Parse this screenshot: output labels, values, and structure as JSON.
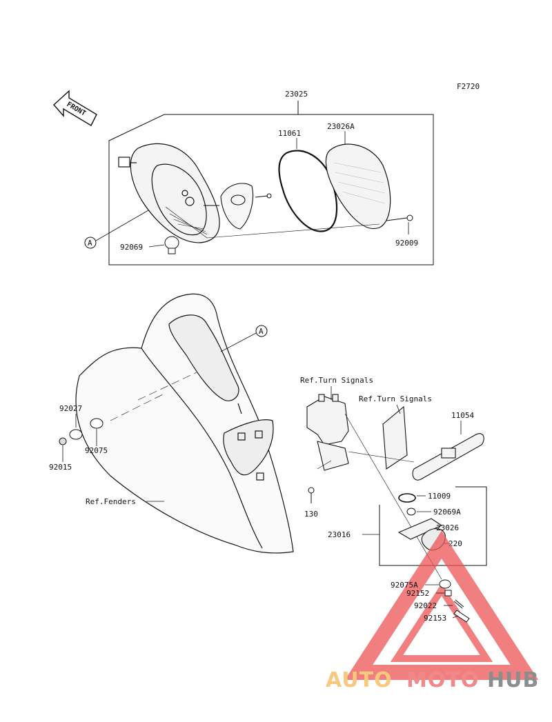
{
  "figure_code": "F2720",
  "front_arrow_label": "FRONT",
  "callouts": [
    {
      "id": "23025",
      "text": "23025"
    },
    {
      "id": "11061",
      "text": "11061"
    },
    {
      "id": "23026A",
      "text": "23026A"
    },
    {
      "id": "92069",
      "text": "92069"
    },
    {
      "id": "92009",
      "text": "92009"
    },
    {
      "id": "92027",
      "text": "92027"
    },
    {
      "id": "92075",
      "text": "92075"
    },
    {
      "id": "92015",
      "text": "92015"
    },
    {
      "id": "ref-fenders",
      "text": "Ref.Fenders"
    },
    {
      "id": "ref-turn-signals-1",
      "text": "Ref.Turn Signals"
    },
    {
      "id": "ref-turn-signals-2",
      "text": "Ref.Turn Signals"
    },
    {
      "id": "11054",
      "text": "11054"
    },
    {
      "id": "11009",
      "text": "11009"
    },
    {
      "id": "92069A",
      "text": "92069A"
    },
    {
      "id": "23026",
      "text": "23026"
    },
    {
      "id": "220",
      "text": "220"
    },
    {
      "id": "23016",
      "text": "23016"
    },
    {
      "id": "130",
      "text": "130"
    },
    {
      "id": "92075A",
      "text": "92075A"
    },
    {
      "id": "92152",
      "text": "92152"
    },
    {
      "id": "92022",
      "text": "92022"
    },
    {
      "id": "92153",
      "text": "92153"
    }
  ],
  "reference_marks": [
    "A",
    "A"
  ],
  "watermark": {
    "part1": "AUTO",
    "part2": "MOTO",
    "part3": "HUB",
    "colors": {
      "auto": "#f7c97e",
      "moto": "#f08a8a",
      "hub": "#9a9a9a",
      "triangle": "#ee5555"
    }
  }
}
